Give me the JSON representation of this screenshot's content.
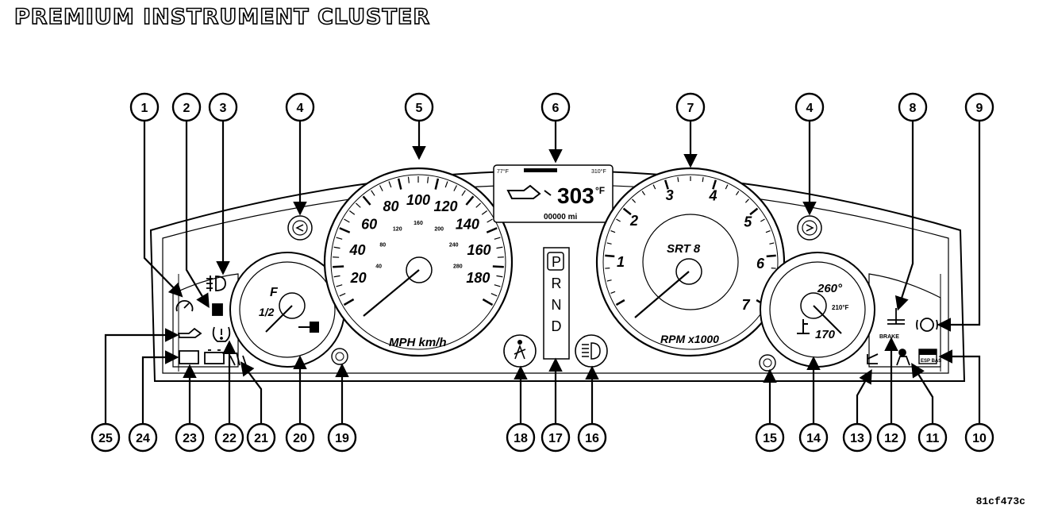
{
  "title": "PREMIUM INSTRUMENT CLUSTER",
  "figure_code": "81cf473c",
  "speedometer": {
    "mph_labels": [
      "20",
      "40",
      "60",
      "80",
      "100",
      "120",
      "140",
      "160",
      "180"
    ],
    "kmh_labels": [
      "40",
      "80",
      "120",
      "160",
      "200",
      "240",
      "280"
    ],
    "unit_label": "MPH km/h"
  },
  "tachometer": {
    "labels": [
      "1",
      "2",
      "3",
      "4",
      "5",
      "6",
      "7"
    ],
    "unit_label": "RPM x1000",
    "badge": "SRT 8"
  },
  "fuel_gauge": {
    "full_label": "F",
    "half_label": "1/2"
  },
  "temp_gauge": {
    "labels": [
      "260°",
      "210°F",
      "170"
    ]
  },
  "evic_display": {
    "temperature": "303",
    "unit": "°F",
    "odometer": "00000 mi",
    "scale_low": "77°F",
    "scale_high": "310°F"
  },
  "prnd": [
    "P",
    "R",
    "N",
    "D"
  ],
  "brake_label": "BRAKE",
  "esp_label": "ESP BAS",
  "callouts": [
    "1",
    "2",
    "3",
    "4",
    "5",
    "6",
    "7",
    "8",
    "9",
    "10",
    "11",
    "12",
    "13",
    "14",
    "15",
    "16",
    "17",
    "18",
    "19",
    "20",
    "21",
    "22",
    "23",
    "24",
    "25"
  ]
}
